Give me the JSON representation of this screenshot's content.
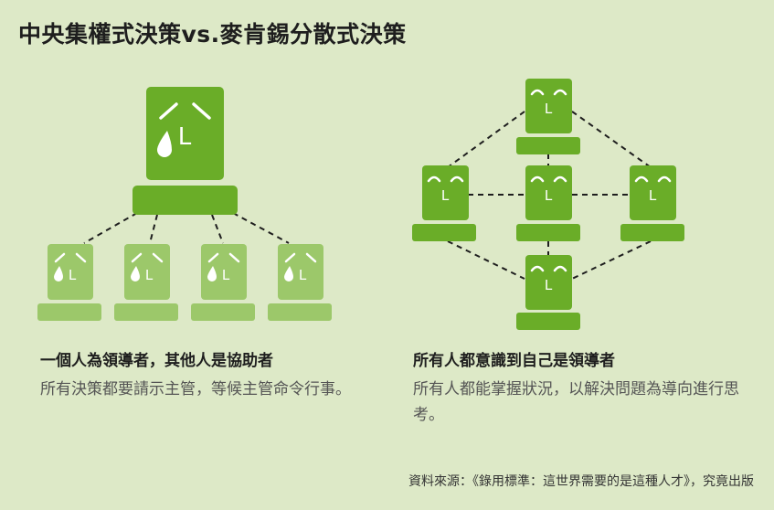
{
  "title": "中央集權式決策vs.麥肯錫分散式決策",
  "left": {
    "heading": "一個人為領導者，其他人是協助者",
    "text": "所有決策都要請示主管，等候主管命令行事。",
    "leader_mark": "L",
    "follower_mark": "L"
  },
  "right": {
    "heading": "所有人都意識到自己是領導者",
    "text": "所有人都能掌握狀況，以解決問題為導向進行思考。",
    "node_mark": "L"
  },
  "source": "資料來源：《錄用標準：這世界需要的是這種人才》，究竟出版",
  "colors": {
    "background": "#dde9c7",
    "primary_green": "#6aad28",
    "light_green": "#9cc86a",
    "connector": "#1e1e1e"
  }
}
